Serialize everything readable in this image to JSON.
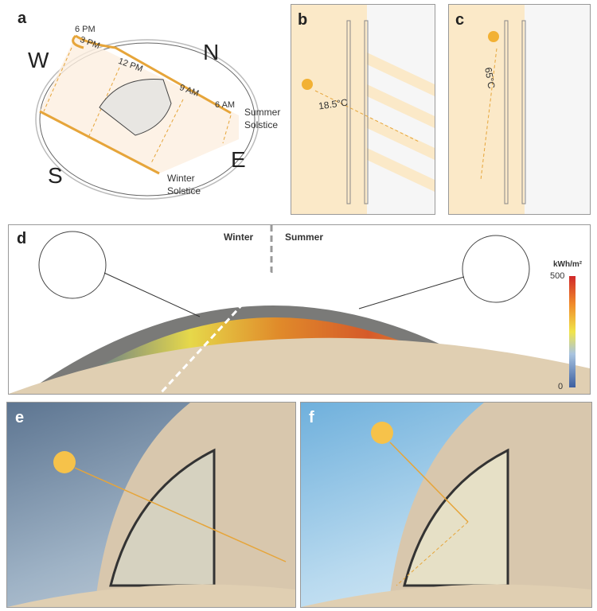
{
  "panels": {
    "a": {
      "label": "a",
      "times": [
        "6 PM",
        "3 PM",
        "12 PM",
        "9 AM",
        "6 AM"
      ],
      "directions": {
        "n": "N",
        "e": "E",
        "s": "S",
        "w": "W"
      },
      "summer": "Summer Solstice",
      "winter": "Winter Solstice"
    },
    "b": {
      "label": "b",
      "temperature": "18.5°C"
    },
    "c": {
      "label": "c",
      "temperature": "65°C"
    },
    "d": {
      "label": "d",
      "winter": "Winter",
      "summer": "Summer",
      "colorbar": {
        "unit": "kWh/m²",
        "max": "500",
        "min": "0"
      }
    },
    "e": {
      "label": "e"
    },
    "f": {
      "label": "f"
    }
  },
  "colors": {
    "sun": "#f2b134",
    "path": "#e6a53a",
    "warm_bg": "#fbe9c8"
  }
}
